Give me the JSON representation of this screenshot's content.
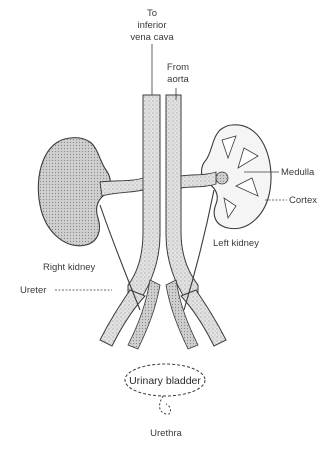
{
  "labels": {
    "vena_cava_line1": "To",
    "vena_cava_line2": "inferior",
    "vena_cava_line3": "vena cava",
    "aorta_line1": "From",
    "aorta_line2": "aorta",
    "medulla": "Medulla",
    "cortex": "Cortex",
    "left_kidney": "Left kidney",
    "right_kidney": "Right kidney",
    "ureter": "Ureter",
    "urinary_bladder": "Urinary bladder",
    "urethra": "Urethra"
  },
  "colors": {
    "stroke": "#3b3b3b",
    "fill": "#d9d9d9",
    "fill_dark": "#b9b9b9",
    "text": "#3a3a3a"
  }
}
